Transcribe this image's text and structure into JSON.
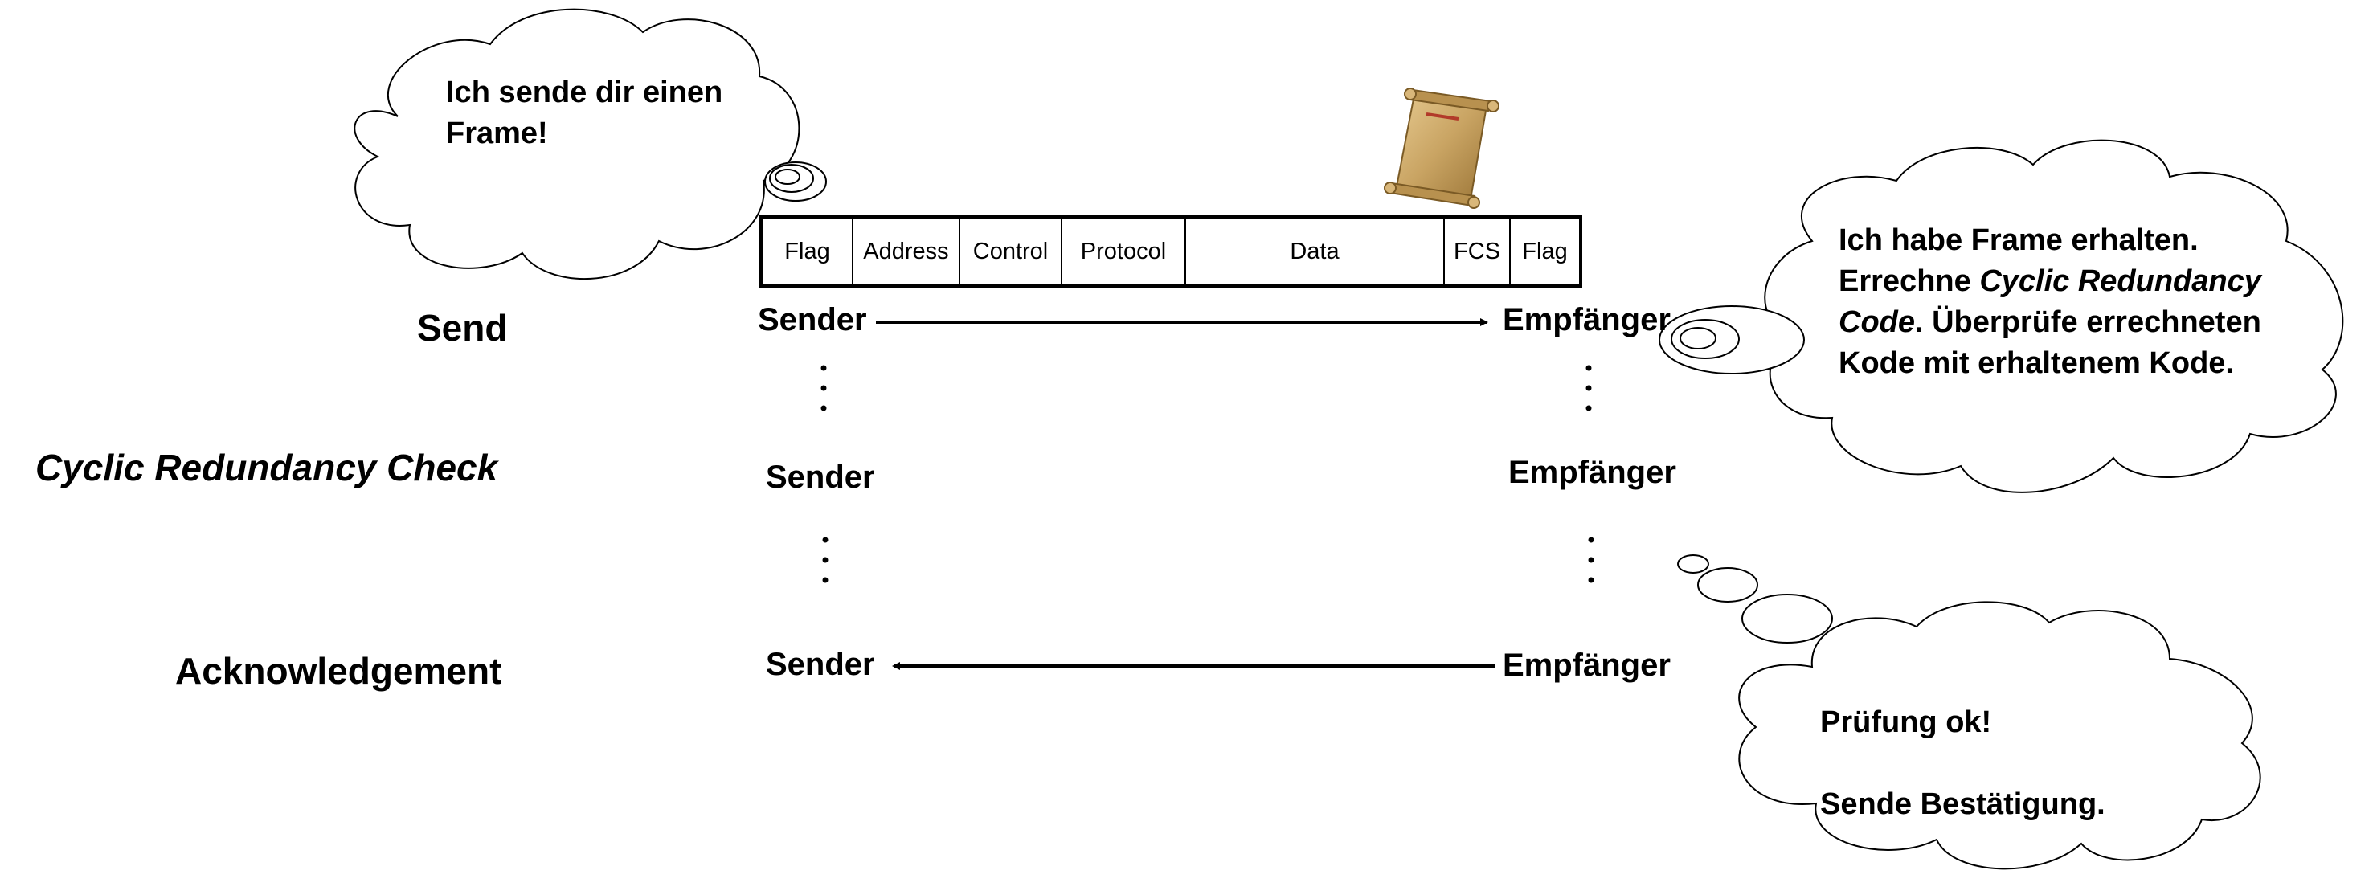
{
  "rows": {
    "send": "Send",
    "crc": "Cyclic Redundancy Check",
    "ack": "Acknowledgement"
  },
  "parties": {
    "sender": "Sender",
    "receiver": "Empfänger"
  },
  "frame_fields": [
    "Flag",
    "Address",
    "Control",
    "Protocol",
    "Data",
    "FCS",
    "Flag"
  ],
  "bubbles": {
    "sender_line1": "Ich sende dir einen",
    "sender_line2": "Frame!",
    "receiver_line1": "Ich habe Frame erhalten.",
    "receiver_line2_a": "Errechne ",
    "receiver_line2_b": "Cyclic Redundancy",
    "receiver_line3_a": "Code",
    "receiver_line3_b": ". Überprüfe errechneten",
    "receiver_line4": "Kode mit erhaltenem Kode.",
    "ack_line1": "Prüfung ok!",
    "ack_line2": "Sende Bestätigung."
  },
  "colors": {
    "scroll": "#c9a463",
    "ink": "#000000"
  }
}
